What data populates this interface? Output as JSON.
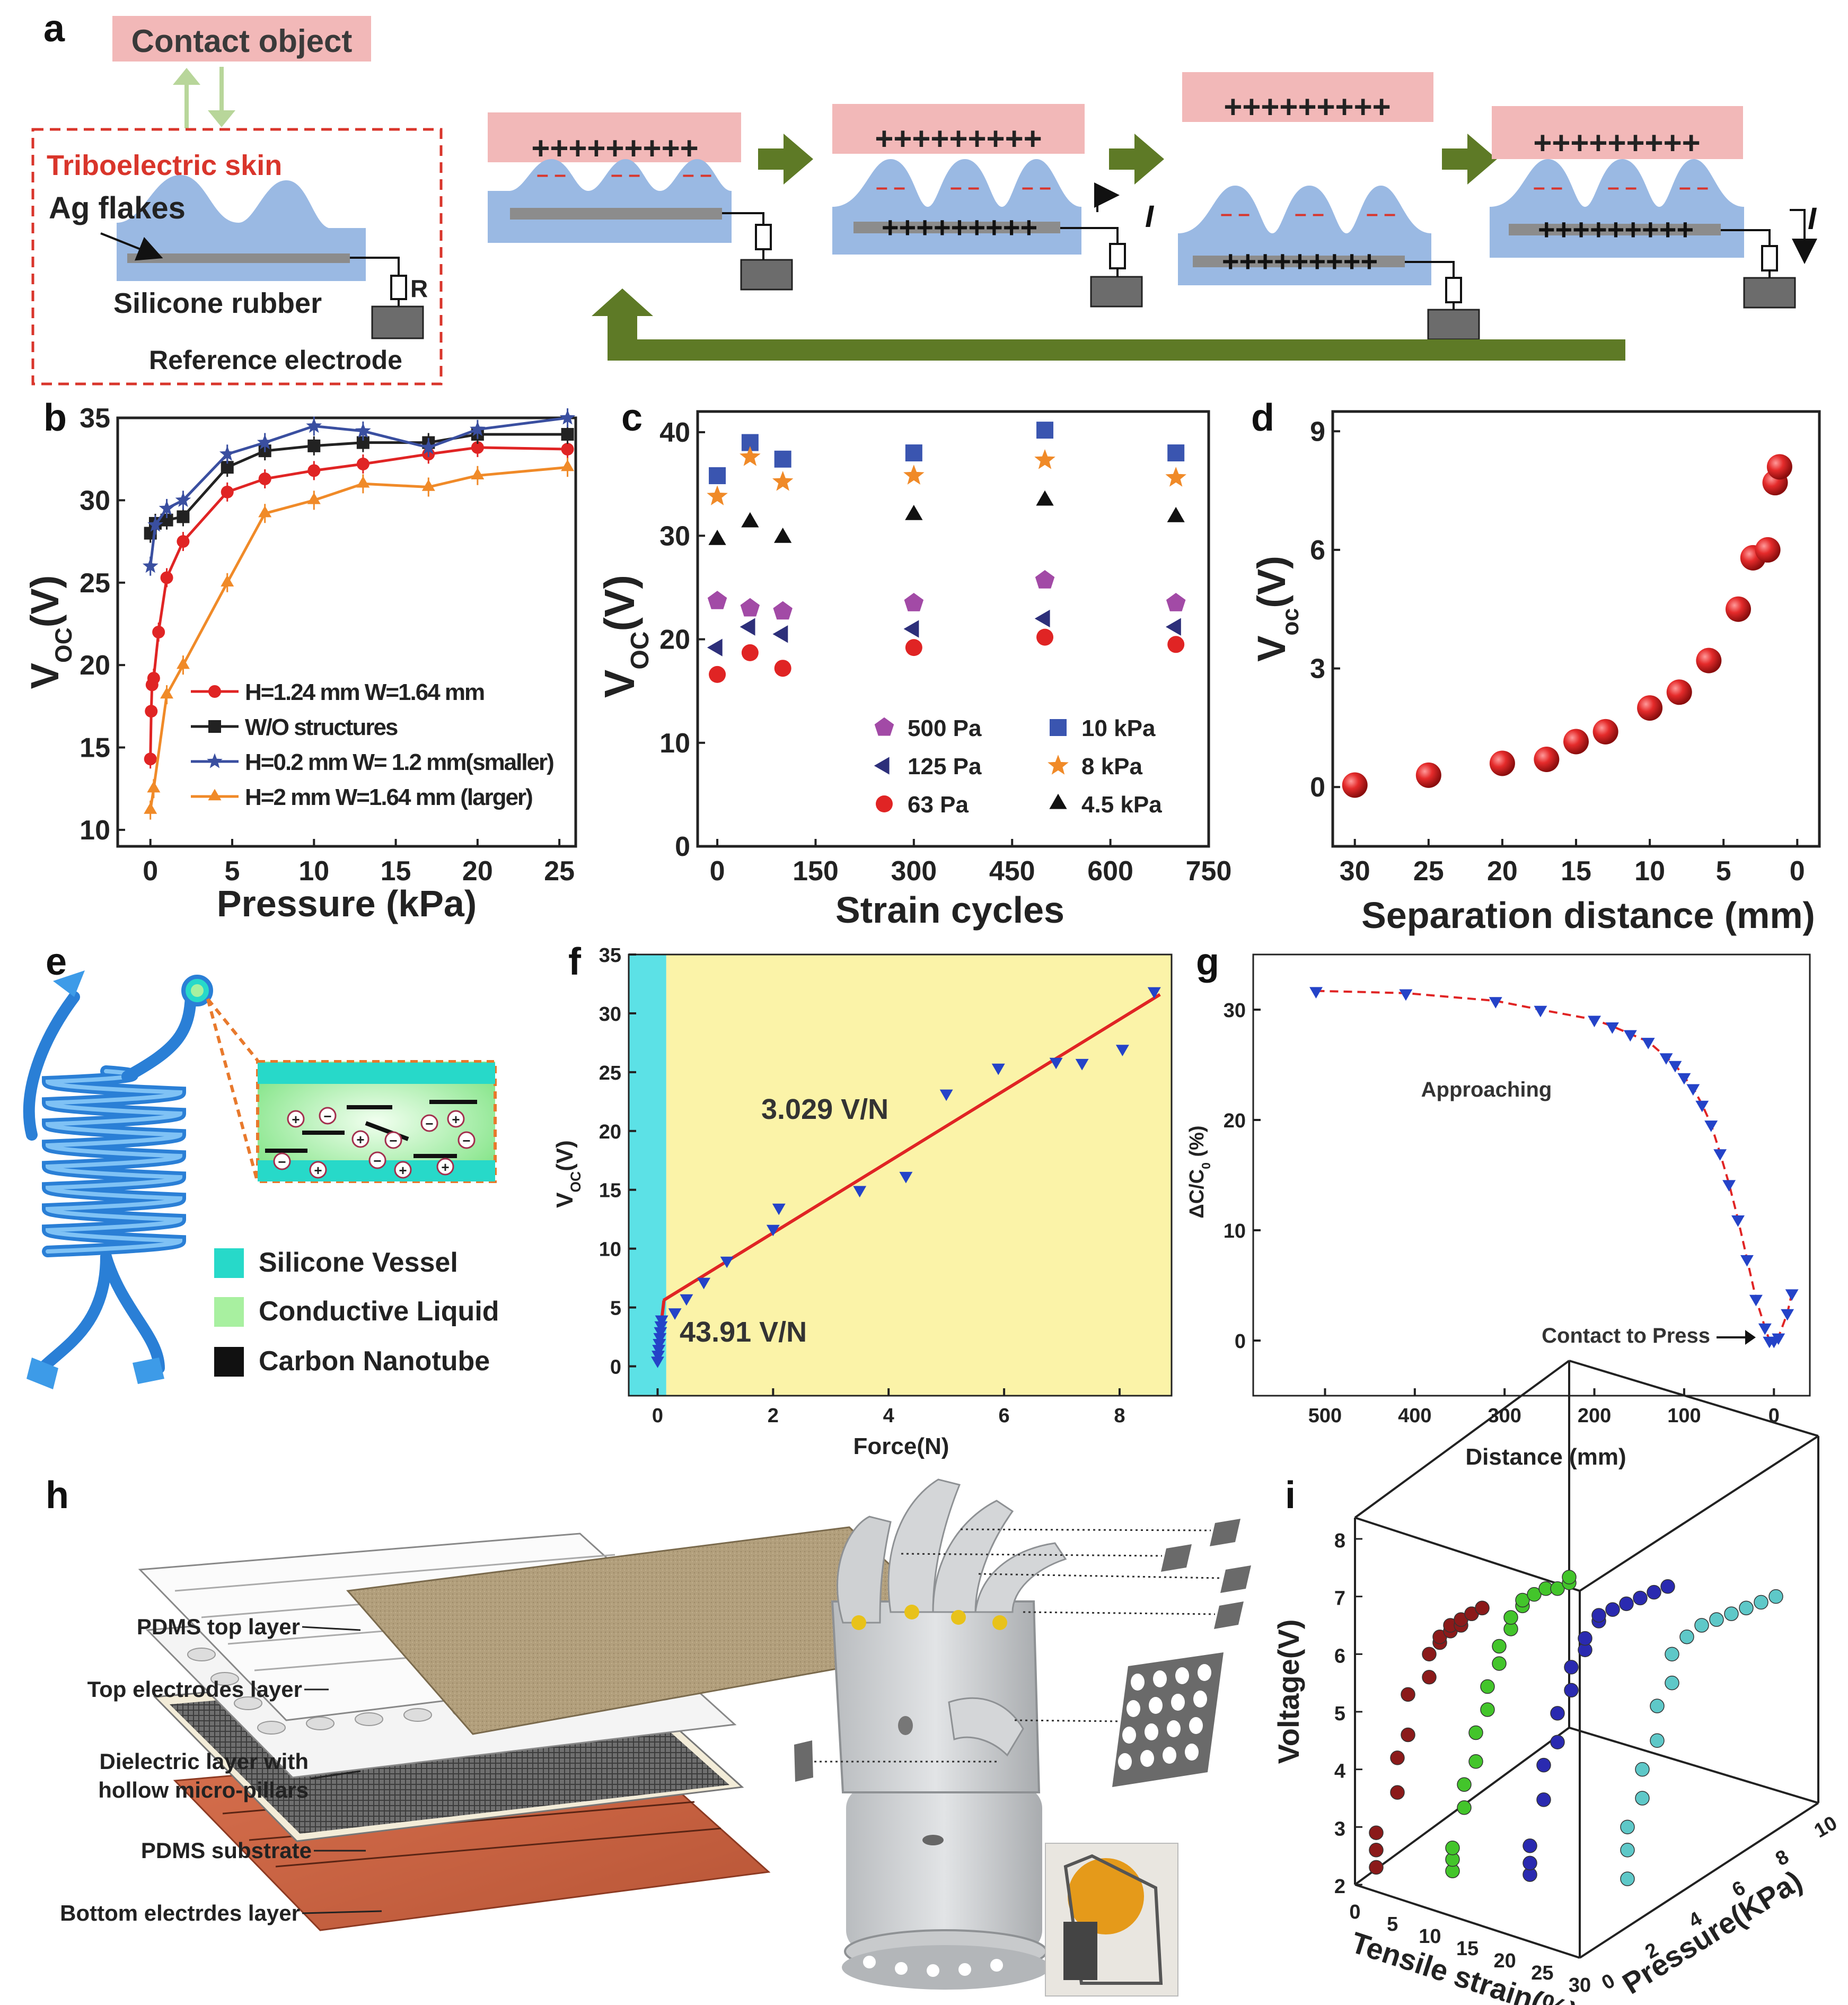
{
  "panel_labels": {
    "a": "a",
    "b": "b",
    "c": "c",
    "d": "d",
    "e": "e",
    "f": "f",
    "g": "g",
    "h": "h",
    "i": "i"
  },
  "panel_a": {
    "contact_object": "Contact object",
    "triboelectric_skin": "Triboelectric skin",
    "ag_flakes": "Ag flakes",
    "silicone_rubber": "Silicone rubber",
    "resistor": "R",
    "reference_electrode": "Reference electrode",
    "plus_row": "+++++++++",
    "minus": "– –",
    "current": "I",
    "colors": {
      "contact": "#f2b8b8",
      "skin": "#9ab9e3",
      "electrode": "#8c8c8c",
      "arrow": "#5e7a26",
      "dashed": "#d9352b"
    }
  },
  "panel_e": {
    "legend": [
      {
        "label": "Silicone Vessel",
        "color": "#27d9c9"
      },
      {
        "label": "Conductive Liquid",
        "color": "#a8f0a0"
      },
      {
        "label": "Carbon Nanotube",
        "color": "#111111"
      }
    ]
  },
  "panel_h": {
    "layers": [
      "PDMS top layer",
      "Top electrodes layer",
      "Dielectric layer with",
      "hollow micro-pillars",
      "PDMS substrate",
      "Bottom electrdes layer"
    ]
  },
  "chart_data": [
    {
      "panel": "b",
      "type": "line",
      "xlabel": "Pressure (kPa)",
      "ylabel": "V",
      "ylabel_sub": "OC",
      "ylabel_unit": "(V)",
      "xlim": [
        -2,
        26
      ],
      "ylim": [
        9,
        35
      ],
      "xticks": [
        0,
        5,
        10,
        15,
        20,
        25
      ],
      "yticks": [
        10,
        15,
        20,
        25,
        30,
        35
      ],
      "series": [
        {
          "name": "H=1.24 mm W=1.64 mm",
          "color": "#e02424",
          "marker": "circle",
          "x": [
            0,
            0.05,
            0.1,
            0.2,
            0.5,
            1,
            2,
            4.7,
            7,
            10,
            13,
            17,
            20,
            25.5
          ],
          "y": [
            14.3,
            17.2,
            18.8,
            19.2,
            22,
            25.3,
            27.5,
            30.5,
            31.3,
            31.8,
            32.2,
            32.8,
            33.2,
            33.1
          ]
        },
        {
          "name": "W/O structures",
          "color": "#222222",
          "marker": "square",
          "x": [
            0,
            0.3,
            1,
            2,
            4.7,
            7,
            10,
            13,
            17,
            20,
            25.5
          ],
          "y": [
            28,
            28.6,
            28.8,
            29,
            32,
            33,
            33.3,
            33.5,
            33.5,
            34,
            34
          ]
        },
        {
          "name": "H=0.2 mm W= 1.2 mm(smaller)",
          "color": "#3a4fa0",
          "marker": "star",
          "x": [
            0,
            0.3,
            1,
            2,
            4.7,
            7,
            10,
            13,
            17,
            20,
            25.5
          ],
          "y": [
            26,
            28.5,
            29.5,
            30,
            32.8,
            33.5,
            34.5,
            34.2,
            33.2,
            34.3,
            35
          ]
        },
        {
          "name": "H=2 mm W=1.64 mm (larger)",
          "color": "#f08a28",
          "marker": "triangle",
          "x": [
            0,
            0.2,
            1,
            2,
            4.7,
            7,
            10,
            13,
            17,
            20,
            25.5
          ],
          "y": [
            11.2,
            12.5,
            18.2,
            20,
            25,
            29.2,
            30,
            31,
            30.8,
            31.5,
            32
          ]
        }
      ]
    },
    {
      "panel": "c",
      "type": "scatter",
      "xlabel": "Strain cycles",
      "ylabel": "V",
      "ylabel_sub": "OC",
      "ylabel_unit": "(V)",
      "xlim": [
        -30,
        750
      ],
      "ylim": [
        0,
        42
      ],
      "xticks": [
        0,
        150,
        300,
        450,
        600,
        750
      ],
      "yticks": [
        0,
        10,
        20,
        30,
        40
      ],
      "series": [
        {
          "name": "500 Pa",
          "color": "#a24aa6",
          "marker": "pentagon",
          "x": [
            0,
            50,
            100,
            300,
            500,
            700
          ],
          "y": [
            23.7,
            23,
            22.7,
            23.5,
            25.7,
            23.5
          ]
        },
        {
          "name": "125 Pa",
          "color": "#2d2f7a",
          "marker": "tri-left",
          "x": [
            0,
            50,
            100,
            300,
            500,
            700
          ],
          "y": [
            19.2,
            21.2,
            20.5,
            21,
            22,
            21.2
          ]
        },
        {
          "name": "63 Pa",
          "color": "#e02424",
          "marker": "circle",
          "x": [
            0,
            50,
            100,
            300,
            500,
            700
          ],
          "y": [
            16.6,
            18.7,
            17.2,
            19.2,
            20.2,
            19.5
          ]
        },
        {
          "name": "10 kPa",
          "color": "#3a55b0",
          "marker": "square",
          "x": [
            0,
            50,
            100,
            300,
            500,
            700
          ],
          "y": [
            35.8,
            39,
            37.4,
            38,
            40.2,
            38
          ]
        },
        {
          "name": "8 kPa",
          "color": "#f08a28",
          "marker": "star",
          "x": [
            0,
            50,
            100,
            300,
            500,
            700
          ],
          "y": [
            33.8,
            37.6,
            35.2,
            35.8,
            37.3,
            35.6
          ]
        },
        {
          "name": "4.5 kPa",
          "color": "#111111",
          "marker": "triangle",
          "x": [
            0,
            50,
            100,
            300,
            500,
            700
          ],
          "y": [
            29.6,
            31.3,
            29.8,
            32,
            33.4,
            31.8
          ]
        }
      ]
    },
    {
      "panel": "d",
      "type": "scatter",
      "xlabel": "Separation distance (mm)",
      "ylabel": "V",
      "ylabel_sub": "oc",
      "ylabel_unit": "(V)",
      "xlim": [
        31.5,
        -1.5
      ],
      "ylim": [
        -1.5,
        9.5
      ],
      "xticks": [
        30,
        25,
        20,
        15,
        10,
        5,
        0
      ],
      "yticks": [
        0,
        3,
        6,
        9
      ],
      "series": [
        {
          "color": "#e02424",
          "marker": "ball",
          "x": [
            30,
            25,
            20,
            17,
            15,
            13,
            10,
            8,
            6,
            4,
            3,
            2,
            1.5,
            1.2
          ],
          "y": [
            0.05,
            0.3,
            0.6,
            0.7,
            1.15,
            1.4,
            2.0,
            2.4,
            3.2,
            4.5,
            5.8,
            6.0,
            7.7,
            8.1
          ]
        }
      ]
    },
    {
      "panel": "f",
      "type": "scatter",
      "xlabel": "Force(N)",
      "ylabel": "V",
      "ylabel_sub": "OC",
      "ylabel_unit": "(V)",
      "xlim": [
        -0.5,
        8.9
      ],
      "ylim": [
        -2.5,
        35
      ],
      "xticks": [
        0,
        2,
        4,
        6,
        8
      ],
      "yticks": [
        0,
        5,
        10,
        15,
        20,
        25,
        30,
        35
      ],
      "annotations": [
        "3.029 V/N",
        "43.91 V/N"
      ],
      "background": {
        "low": "#5ce1e6",
        "high": "#fbf3a8",
        "split_x": 0.15
      },
      "fit": {
        "x": [
          0.1,
          8.7
        ],
        "y": [
          5.6,
          31.6
        ],
        "color": "#e02424"
      },
      "fit_low": {
        "x": [
          -0.02,
          0.11
        ],
        "y": [
          0.2,
          5.6
        ]
      },
      "series": [
        {
          "color": "#2443c8",
          "marker": "tri-down",
          "x": [
            0,
            0.01,
            0.02,
            0.03,
            0.04,
            0.05,
            0.06,
            0.07,
            0.3,
            0.5,
            0.8,
            1.2,
            2.0,
            2.1,
            3.5,
            4.3,
            5.0,
            5.9,
            6.9,
            7.35,
            8.05,
            8.6
          ],
          "y": [
            0.5,
            1,
            1.5,
            2,
            2.5,
            3,
            3.5,
            4,
            4.6,
            5.8,
            7.2,
            9,
            11.7,
            13.5,
            15,
            16.2,
            23.2,
            25.4,
            25.9,
            25.8,
            27,
            31.9
          ]
        }
      ]
    },
    {
      "panel": "g",
      "type": "scatter",
      "xlabel": "Distance (mm)",
      "ylabel": "ΔC/C",
      "ylabel_sub": "0",
      "ylabel_unit": " (%)",
      "xlim": [
        580,
        -40
      ],
      "ylim": [
        -5,
        35
      ],
      "xticks": [
        500,
        400,
        300,
        200,
        100,
        0
      ],
      "yticks": [
        0,
        10,
        20,
        30
      ],
      "annotations": [
        "Approaching",
        "Contact to Press"
      ],
      "series": [
        {
          "color": "#2443c8",
          "marker": "tri-down",
          "x": [
            510,
            410,
            310,
            260,
            200,
            180,
            160,
            140,
            120,
            110,
            100,
            90,
            80,
            70,
            60,
            50,
            40,
            30,
            20,
            10,
            5,
            0,
            -5,
            -15,
            -20
          ],
          "y": [
            31.7,
            31.5,
            30.8,
            30,
            29.1,
            28.5,
            27.8,
            27.1,
            25.7,
            25,
            23.9,
            22.9,
            21.4,
            19.6,
            17,
            14.2,
            11,
            7.4,
            3.8,
            1.2,
            0,
            0,
            0.3,
            2.5,
            4.3
          ]
        }
      ]
    },
    {
      "panel": "i",
      "type": "scatter",
      "xlabel": "Tensile strain(%)",
      "ylabel": "Voltage(V)",
      "zlabel": "Pressure(KPa)",
      "zlim": [
        2,
        8
      ],
      "xticks": [
        0,
        5,
        10,
        15,
        20,
        25,
        30
      ],
      "yticks": [
        2,
        3,
        4,
        5,
        6,
        7,
        8
      ],
      "pticks": [
        0,
        2,
        4,
        6,
        8,
        10
      ],
      "series": [
        {
          "color": "#8b1a1a",
          "marker": "ball",
          "x": [
            0,
            0,
            0,
            0.2,
            0.2,
            0.3,
            0.3,
            0.5,
            0.5,
            0.6,
            0.6,
            0.7,
            0.7,
            0.8,
            0.8,
            0.9,
            0.9,
            1.0,
            1.0
          ],
          "y": [
            2.3,
            2.6,
            2.9,
            3.6,
            4.2,
            4.6,
            5.3,
            5.6,
            6,
            6.2,
            6.3,
            6.4,
            6.5,
            6.5,
            6.6,
            6.7,
            6.7,
            6.8,
            6.8
          ]
        },
        {
          "color": "#43c52b",
          "marker": "ball",
          "x": [
            0,
            0,
            0,
            0.1,
            0.1,
            0.2,
            0.2,
            0.3,
            0.3,
            0.4,
            0.4,
            0.5,
            0.5,
            0.6,
            0.6,
            0.7,
            0.8,
            0.9,
            1.0,
            1.0
          ],
          "y": [
            2.2,
            2.4,
            2.6,
            3.3,
            3.7,
            4.1,
            4.6,
            5,
            5.4,
            5.8,
            6.1,
            6.4,
            6.6,
            6.8,
            6.9,
            7,
            7.1,
            7.1,
            7.2,
            7.3
          ]
        },
        {
          "color": "#2a2ab0",
          "marker": "ball",
          "x": [
            0,
            0,
            0,
            0.1,
            0.1,
            0.2,
            0.2,
            0.3,
            0.3,
            0.4,
            0.4,
            0.5,
            0.5,
            0.6,
            0.7,
            0.8,
            0.9,
            1.0
          ],
          "y": [
            2.1,
            2.3,
            2.6,
            3.4,
            4.0,
            4.4,
            4.9,
            5.3,
            5.7,
            6,
            6.2,
            6.5,
            6.6,
            6.7,
            6.8,
            6.9,
            7,
            7.1
          ]
        },
        {
          "color": "#5ec8c8",
          "marker": "ball",
          "x": [
            0,
            0,
            0,
            0.1,
            0.1,
            0.2,
            0.2,
            0.3,
            0.3,
            0.4,
            0.5,
            0.6,
            0.7,
            0.8,
            0.9,
            1.0
          ],
          "y": [
            2.1,
            2.6,
            3.0,
            3.5,
            4.0,
            4.5,
            5.1,
            5.5,
            6.0,
            6.3,
            6.5,
            6.6,
            6.7,
            6.8,
            6.9,
            7.0
          ]
        }
      ]
    }
  ]
}
